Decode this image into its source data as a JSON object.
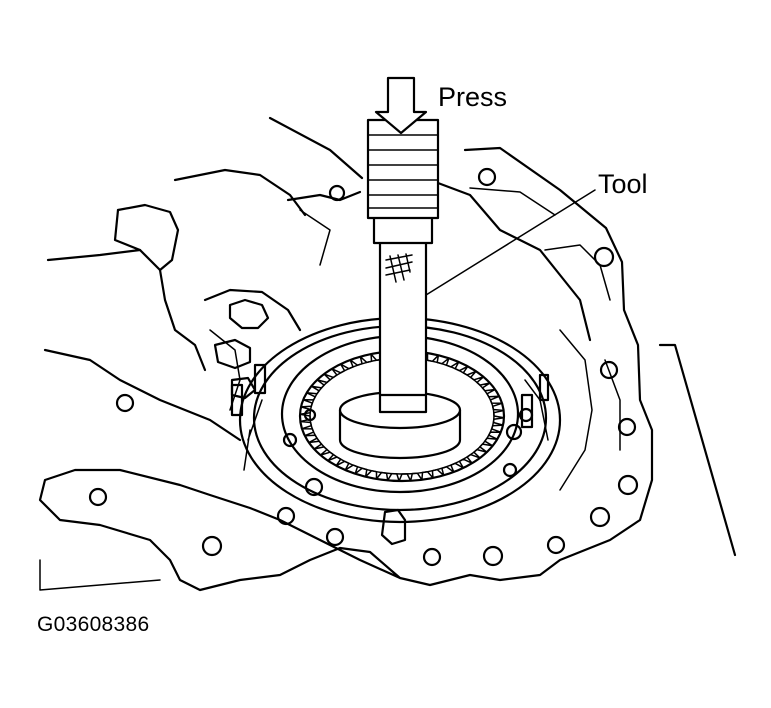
{
  "labels": {
    "press": "Press",
    "tool": "Tool"
  },
  "figure_id": "G03608386",
  "icons": {
    "press_arrow": "down-arrow-icon"
  },
  "colors": {
    "line": "#000000",
    "background": "#ffffff"
  }
}
